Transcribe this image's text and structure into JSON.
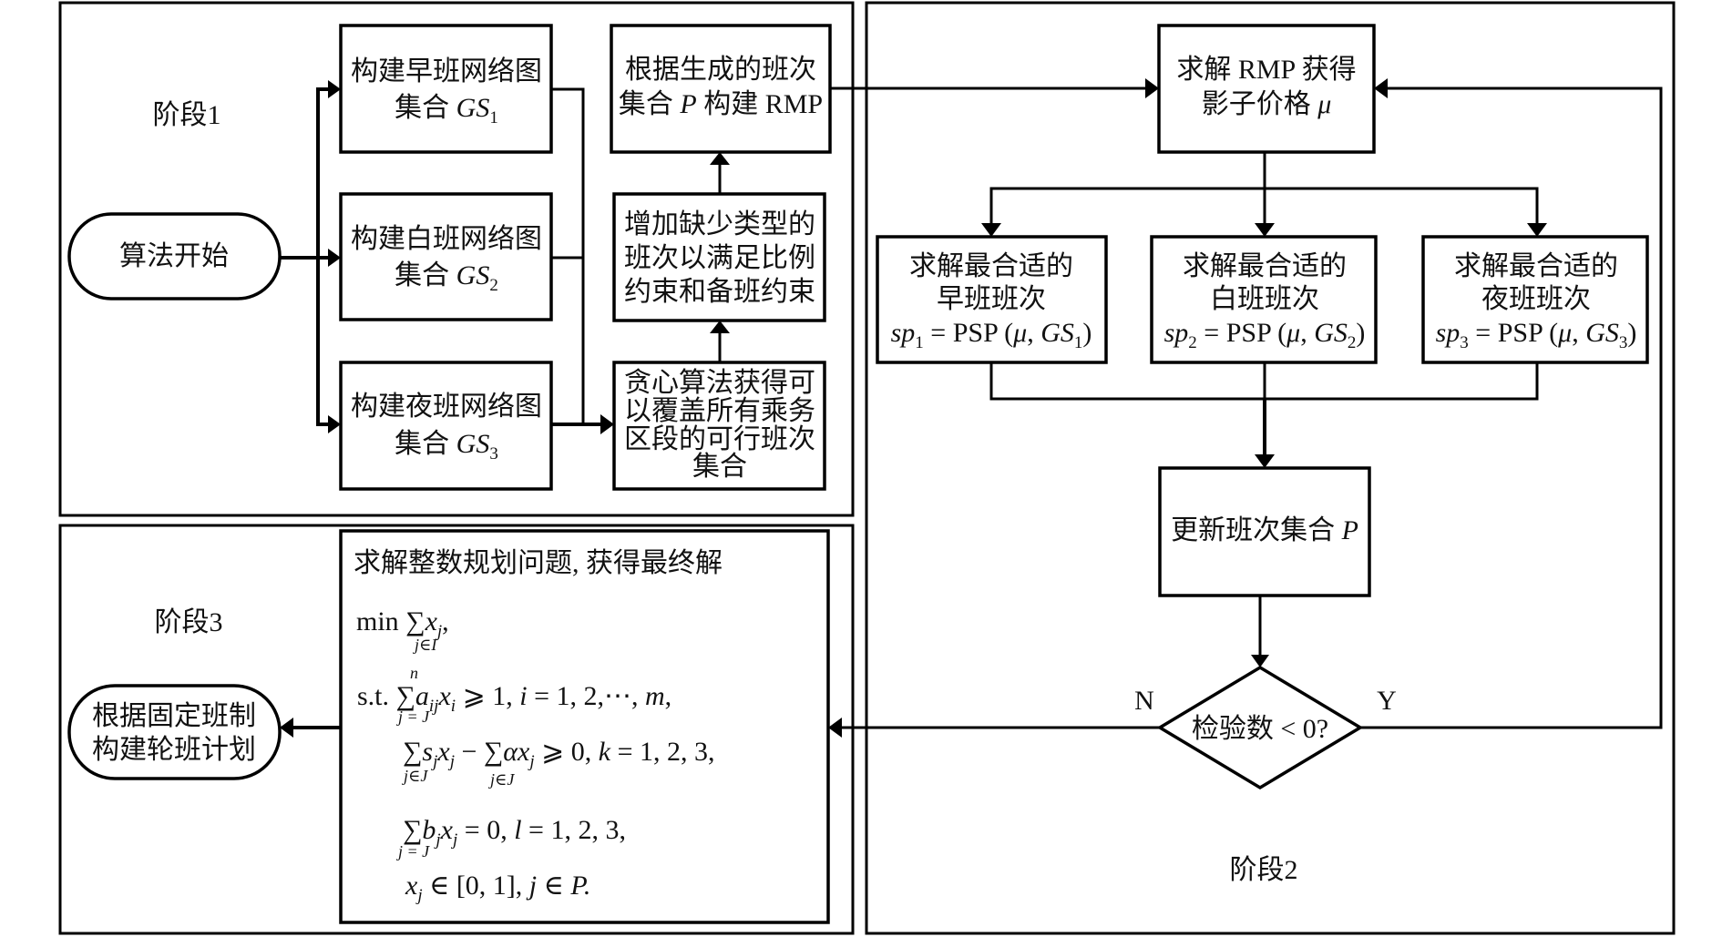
{
  "stage1": {
    "title": "阶段1",
    "start": "算法开始",
    "graph_boxes": [
      {
        "line1": "构建早班网络图",
        "line2": [
          {
            "t": "集合 "
          },
          {
            "t": "GS",
            "s": "i"
          },
          {
            "t": "1",
            "s": "sub"
          }
        ]
      },
      {
        "line1": "构建白班网络图",
        "line2": [
          {
            "t": "集合 "
          },
          {
            "t": "GS",
            "s": "i"
          },
          {
            "t": "2",
            "s": "sub"
          }
        ]
      },
      {
        "line1": "构建夜班网络图",
        "line2": [
          {
            "t": "集合 "
          },
          {
            "t": "GS",
            "s": "i"
          },
          {
            "t": "3",
            "s": "sub"
          }
        ]
      }
    ],
    "greedy_box": [
      "贪心算法获得可",
      "以覆盖所有乘务",
      "区段的可行班次",
      "集合"
    ],
    "add_box": [
      "增加缺少类型的",
      "班次以满足比例",
      "约束和备班约束"
    ],
    "rmp_box": {
      "line1": "根据生成的班次",
      "line2": [
        {
          "t": "集合 "
        },
        {
          "t": "P",
          "s": "i"
        },
        {
          "t": " 构建 RMP"
        }
      ]
    }
  },
  "stage2": {
    "title": "阶段2",
    "solve_rmp": {
      "line1": "求解 RMP 获得",
      "line2": [
        {
          "t": "影子价格 "
        },
        {
          "t": "μ",
          "s": "i"
        }
      ]
    },
    "pricing_boxes": [
      {
        "line1": "求解最合适的",
        "line2": "早班班次",
        "formula": [
          {
            "t": "sp",
            "s": "i"
          },
          {
            "t": "1",
            "s": "sub"
          },
          {
            "t": " = PSP ("
          },
          {
            "t": "μ",
            "s": "i"
          },
          {
            "t": ", "
          },
          {
            "t": "GS",
            "s": "i"
          },
          {
            "t": "1",
            "s": "sub"
          },
          {
            "t": ")"
          }
        ]
      },
      {
        "line1": "求解最合适的",
        "line2": "白班班次",
        "formula": [
          {
            "t": "sp",
            "s": "i"
          },
          {
            "t": "2",
            "s": "sub"
          },
          {
            "t": " = PSP ("
          },
          {
            "t": "μ",
            "s": "i"
          },
          {
            "t": ", "
          },
          {
            "t": "GS",
            "s": "i"
          },
          {
            "t": "2",
            "s": "sub"
          },
          {
            "t": ")"
          }
        ]
      },
      {
        "line1": "求解最合适的",
        "line2": "夜班班次",
        "formula": [
          {
            "t": "sp",
            "s": "i"
          },
          {
            "t": "3",
            "s": "sub"
          },
          {
            "t": " = PSP ("
          },
          {
            "t": "μ",
            "s": "i"
          },
          {
            "t": ", "
          },
          {
            "t": "GS",
            "s": "i"
          },
          {
            "t": "3",
            "s": "sub"
          },
          {
            "t": ")"
          }
        ]
      }
    ],
    "update_box": [
      {
        "t": "更新班次集合 "
      },
      {
        "t": "P",
        "s": "i"
      }
    ],
    "decision": "检验数 < 0?",
    "no_label": "N",
    "yes_label": "Y"
  },
  "stage3": {
    "title": "阶段3",
    "end": [
      "根据固定班制",
      "构建轮班计划"
    ],
    "ip_box": {
      "title": "求解整数规划问题, 获得最终解",
      "objective": {
        "main": [
          {
            "t": "min  "
          },
          {
            "t": "∑"
          },
          {
            "t": "x",
            "s": "i"
          },
          {
            "t": "j",
            "s": "subi"
          },
          {
            "t": ","
          }
        ],
        "under": "j∈I"
      },
      "constraints": [
        {
          "main": [
            {
              "t": "s.t.  "
            },
            {
              "t": "∑"
            },
            {
              "t": "a",
              "s": "i"
            },
            {
              "t": "ij",
              "s": "subi"
            },
            {
              "t": "x",
              "s": "i"
            },
            {
              "t": "i",
              "s": "subi"
            },
            {
              "t": " ⩾ 1, "
            },
            {
              "t": "i",
              "s": "i"
            },
            {
              "t": " = 1, 2,⋯, "
            },
            {
              "t": "m",
              "s": "i"
            },
            {
              "t": ","
            }
          ],
          "over": "n",
          "under": "j = J"
        },
        {
          "main": [
            {
              "t": "∑"
            },
            {
              "t": "s",
              "s": "i"
            },
            {
              "t": "j",
              "s": "subi"
            },
            {
              "t": "x",
              "s": "i"
            },
            {
              "t": "j",
              "s": "subi"
            },
            {
              "t": " − ∑"
            },
            {
              "t": "αx",
              "s": "i"
            },
            {
              "t": "j",
              "s": "subi"
            },
            {
              "t": " ⩾ 0, "
            },
            {
              "t": "k",
              "s": "i"
            },
            {
              "t": " = 1, 2, 3,"
            }
          ],
          "under": "j∈J",
          "under2": "j∈J"
        },
        {
          "main": [
            {
              "t": "∑"
            },
            {
              "t": "b",
              "s": "i"
            },
            {
              "t": "j",
              "s": "subi"
            },
            {
              "t": "x",
              "s": "i"
            },
            {
              "t": "j",
              "s": "subi"
            },
            {
              "t": " = 0, "
            },
            {
              "t": "l",
              "s": "i"
            },
            {
              "t": " = 1, 2, 3,"
            }
          ],
          "under": "j = J"
        },
        {
          "main": [
            {
              "t": "x",
              "s": "i"
            },
            {
              "t": "j",
              "s": "subi"
            },
            {
              "t": " ∈ [0, 1],  "
            },
            {
              "t": "j",
              "s": "i"
            },
            {
              "t": " ∈ "
            },
            {
              "t": "P.",
              "s": "i"
            }
          ]
        }
      ]
    }
  }
}
